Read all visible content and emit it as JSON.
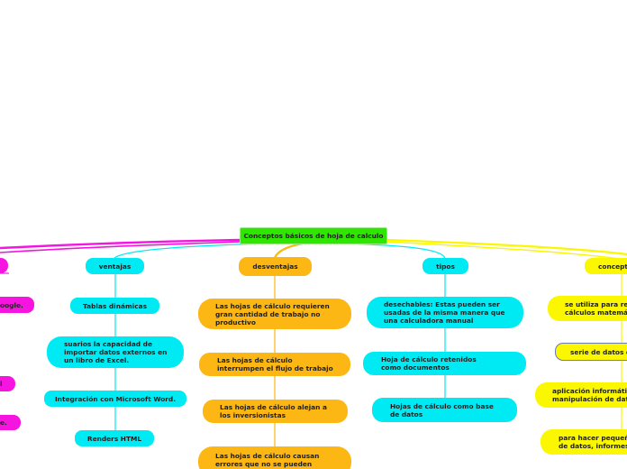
{
  "root": {
    "label": "Conceptos básicos de  hoja de calculo"
  },
  "colors": {
    "root": "#2ee600",
    "ventajas": "#00eaf4",
    "desventajas": "#fcb714",
    "tipos": "#00eaf4",
    "concepto": "#faf700",
    "magenta": "#f615e0"
  },
  "branches": {
    "ventajas": {
      "label": "ventajas",
      "children": [
        "Tablas dinámicas",
        "suarios la capacidad de importar datos externos en un libro de Excel.",
        "Integración con Microsoft Word.",
        "Renders HTML"
      ]
    },
    "desventajas": {
      "label": "desventajas",
      "children": [
        "Las hojas de cálculo requieren gran cantidad de trabajo no productivo",
        "Las hojas de cálculo interrumpen el flujo de trabajo",
        "Las hojas de cálculo alejan a los inversionistas",
        "Las hojas de cálculo causan errores que no se pueden"
      ]
    },
    "tipos": {
      "label": "tipos",
      "children": [
        "desechables: Estas pueden ser usadas de la misma manera que una calculadora manual",
        "Hoja de cálculo retenidos como documentos",
        "Hojas de cálculo como base de datos"
      ]
    },
    "concepto": {
      "label": "concepto",
      "children": [
        "se utiliza para realizar cálculos matemáticos",
        "serie de datos distribuidos",
        "aplicación informática para la manipulación de datos",
        "para hacer pequeñas bases de datos, informes"
      ]
    },
    "left": {
      "children": [
        "oogle.",
        "l",
        "e."
      ]
    }
  }
}
